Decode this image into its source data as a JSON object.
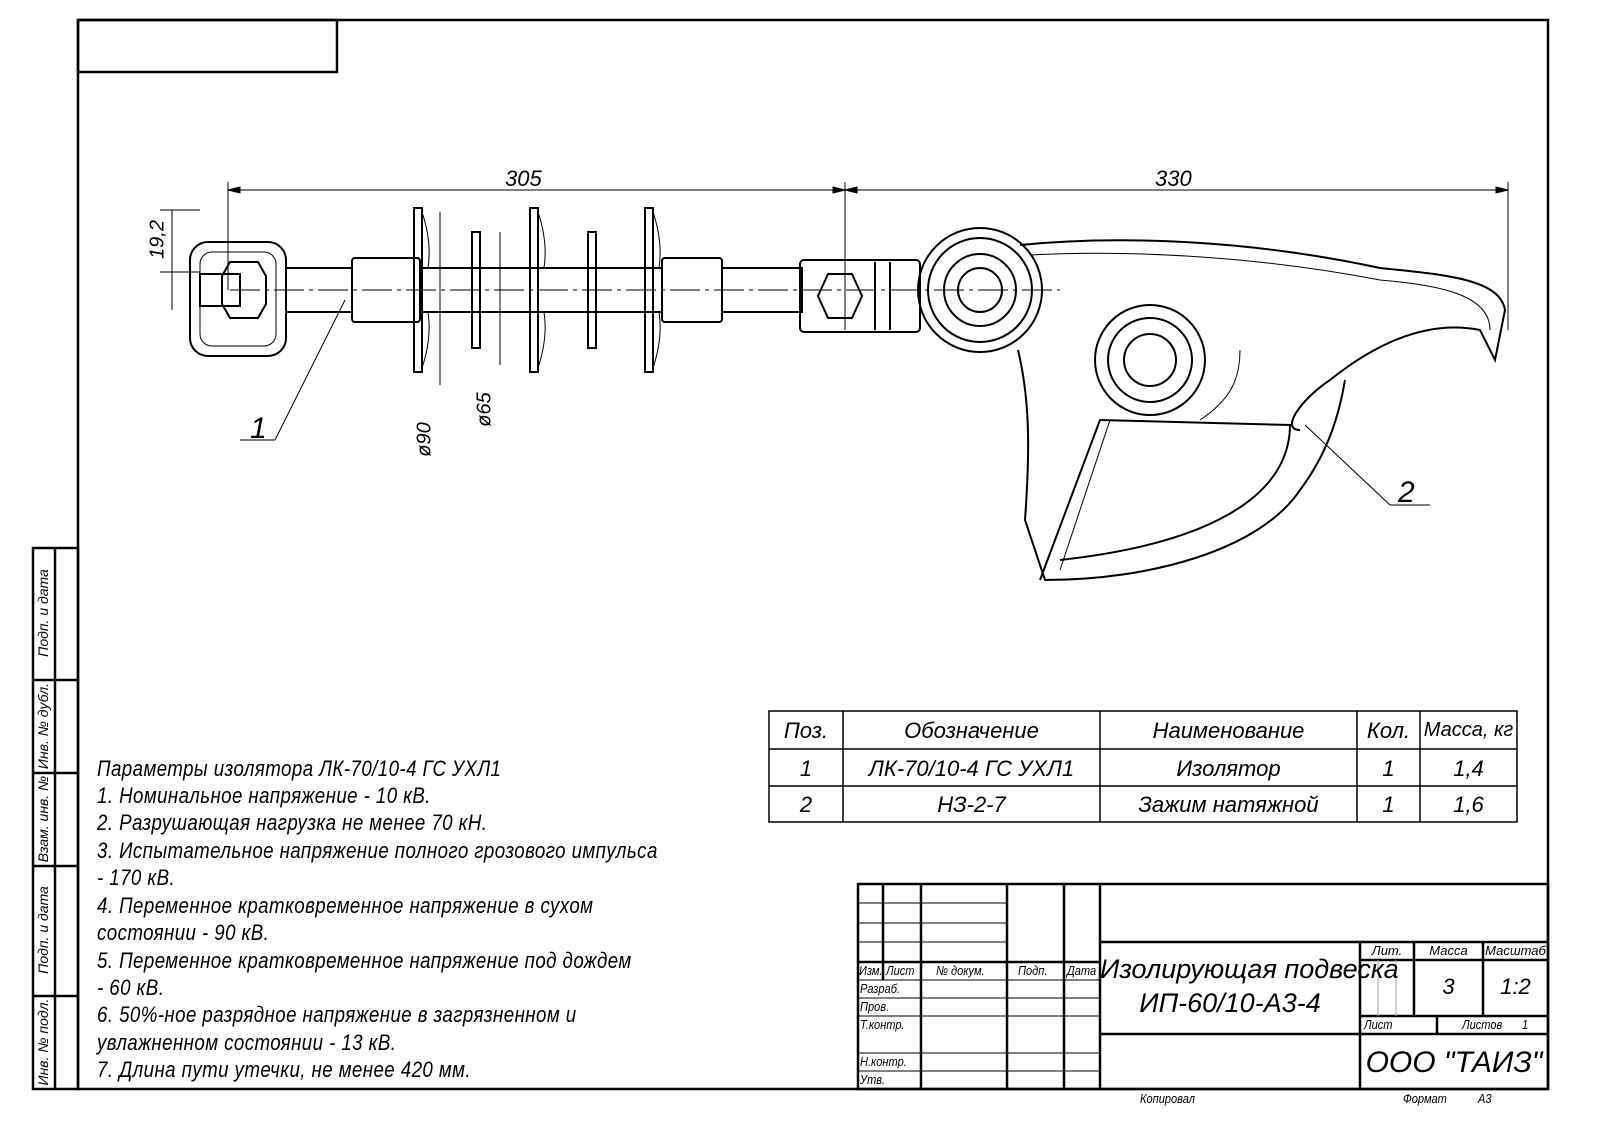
{
  "dimensions": {
    "length_1": "305",
    "length_2": "330",
    "d_small": "19,2",
    "d_shed_large": "ø90",
    "d_shed_small": "ø65"
  },
  "callouts": [
    "1",
    "2"
  ],
  "spec_table": {
    "headers": [
      "Поз.",
      "Обозначение",
      "Наименование",
      "Кол.",
      "Масса, кг"
    ],
    "rows": [
      [
        "1",
        "ЛК-70/10-4 ГС УХЛ1",
        "Изолятор",
        "1",
        "1,4"
      ],
      [
        "2",
        "НЗ-2-7",
        "Зажим натяжной",
        "1",
        "1,6"
      ]
    ]
  },
  "notes": [
    "Параметры изолятора ЛК-70/10-4 ГС УХЛ1",
    "1. Номинальное напряжение - 10 кВ.",
    "2. Разрушающая нагрузка не менее 70 кН.",
    "3. Испытательное напряжение полного грозового импульса",
    "- 170 кВ.",
    "4. Переменное кратковременное напряжение  в сухом",
    "состоянии - 90 кВ.",
    "5. Переменное кратковременное напряжение под дождем",
    "- 60 кВ.",
    "6. 50%-ное разрядное напряжение в загрязненном и",
    "увлажненном состоянии - 13 кВ.",
    "7. Длина пути утечки, не менее 420 мм."
  ],
  "side_stamp": [
    "Подп. и дата",
    "Инв. № дубл.",
    "Взам. инв. №",
    "Подп. и дата",
    "Инв. № подл."
  ],
  "title_block": {
    "col_headers": [
      "Изм.",
      "Лист",
      "№ докум.",
      "Подп.",
      "Дата"
    ],
    "roles": [
      "Разраб.",
      "Пров.",
      "Т.контр.",
      "Н.контр.",
      "Утв."
    ],
    "title_line1": "Изолирующая подвеска",
    "title_line2": "ИП-60/10-А3-4",
    "lit_label": "Лит.",
    "mass_label": "Масса",
    "scale_label": "Масштаб",
    "mass_value": "3",
    "scale_value": "1:2",
    "sheet_label": "Лист",
    "sheets_label": "Листов",
    "sheets_value": "1",
    "company": "ООО \"ТАИЗ\"",
    "copied_label": "Копировал",
    "format_label": "Формат",
    "format_value": "А3"
  }
}
